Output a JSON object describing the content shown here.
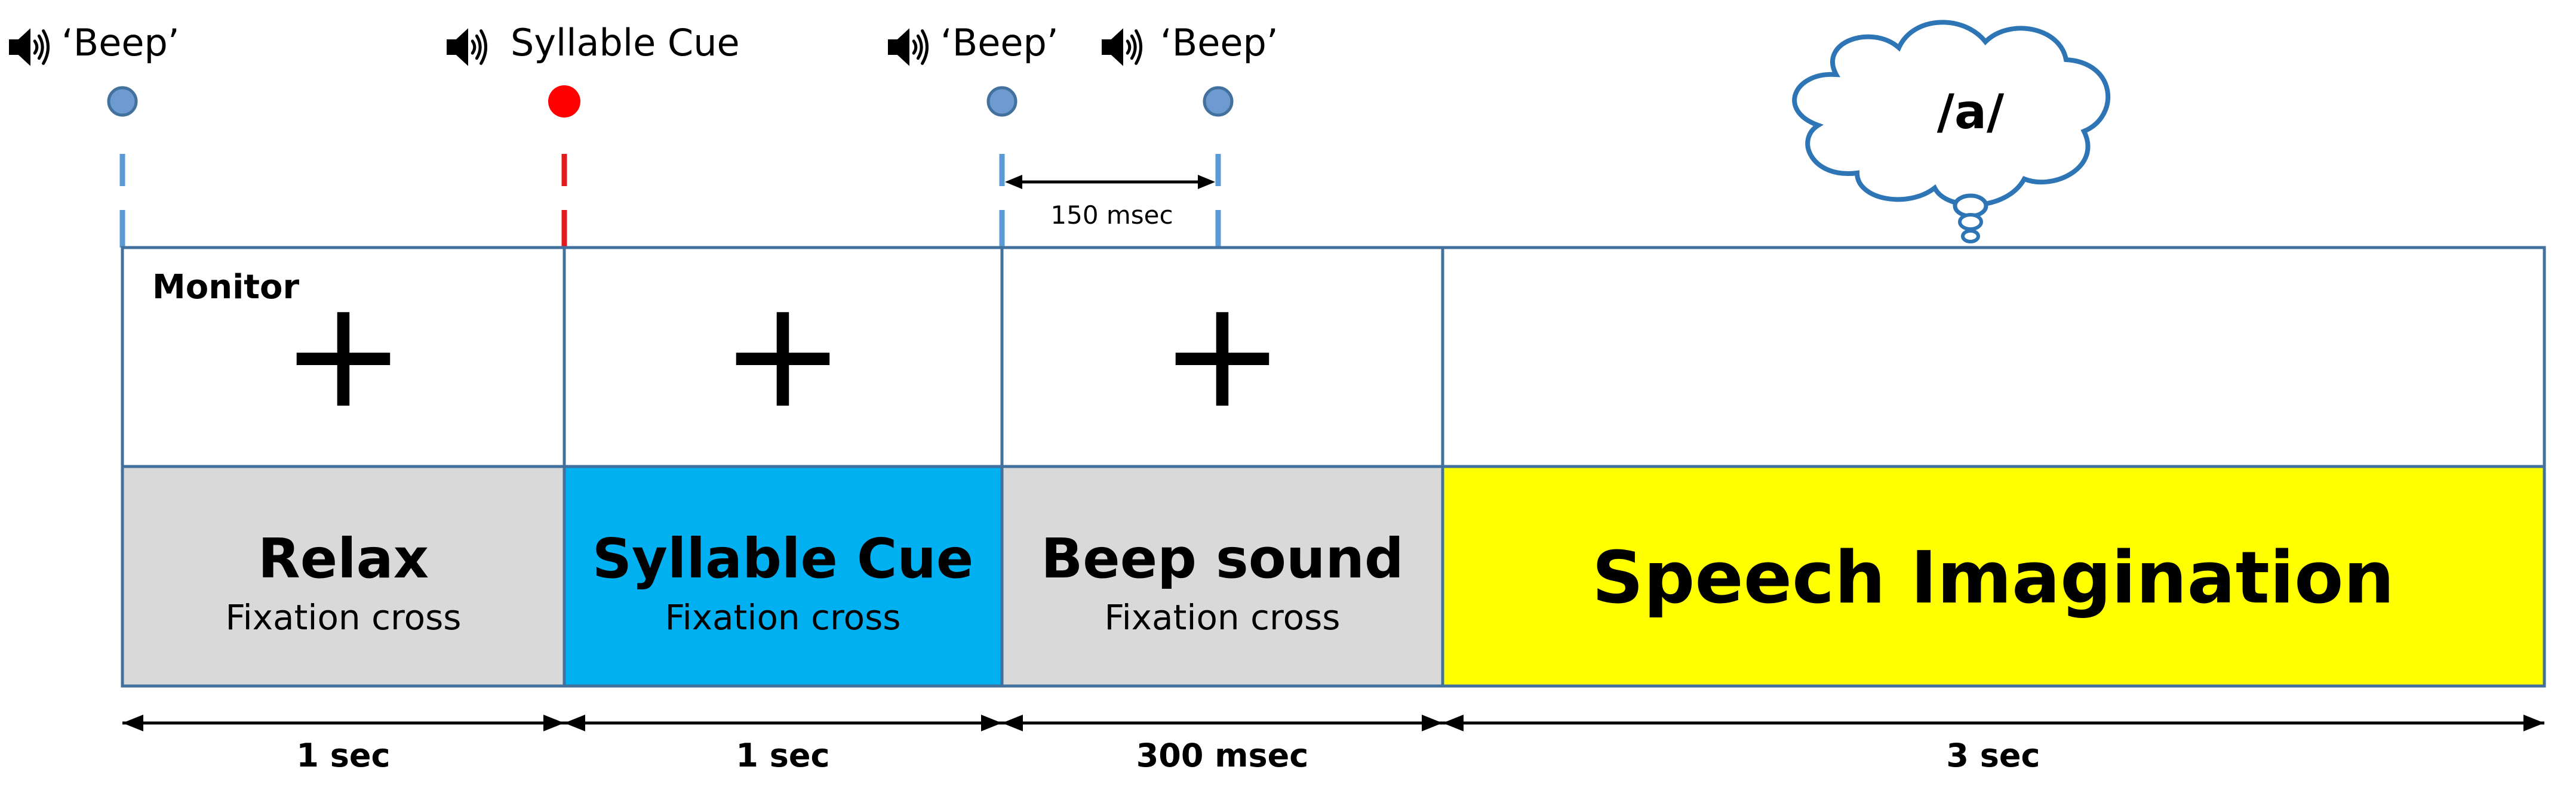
{
  "monitor_label": "Monitor",
  "audio_events": [
    {
      "label": "‘Beep’",
      "icon": "speaker-icon",
      "dot_color": "#6d9bd1",
      "line_color": "#5b9bd5"
    },
    {
      "label": "Syllable Cue",
      "icon": "speaker-icon",
      "dot_color": "#ff0000",
      "line_color": "#e31a1c"
    },
    {
      "label": "‘Beep’",
      "icon": "speaker-icon",
      "dot_color": "#6d9bd1",
      "line_color": "#5b9bd5"
    },
    {
      "label": "‘Beep’",
      "icon": "speaker-icon",
      "dot_color": "#6d9bd1",
      "line_color": "#5b9bd5"
    }
  ],
  "interval_label": "150 msec",
  "thought_bubble": {
    "text": "/a/",
    "color": "#2e75b6"
  },
  "phases": [
    {
      "title": "Relax",
      "subtitle": "Fixation cross",
      "fill": "#d9d9d9",
      "monitor_symbol": "+",
      "duration": "1 sec"
    },
    {
      "title": "Syllable Cue",
      "subtitle": "Fixation cross",
      "fill": "#00b0f0",
      "monitor_symbol": "+",
      "duration": "1 sec"
    },
    {
      "title": "Beep sound",
      "subtitle": "Fixation cross",
      "fill": "#d9d9d9",
      "monitor_symbol": "+",
      "duration": "300 msec"
    },
    {
      "title": "Speech Imagination",
      "subtitle": "",
      "fill": "#ffff00",
      "monitor_symbol": "",
      "duration": "3 sec"
    }
  ],
  "colors": {
    "frame": "#41719c",
    "text": "#000000"
  }
}
